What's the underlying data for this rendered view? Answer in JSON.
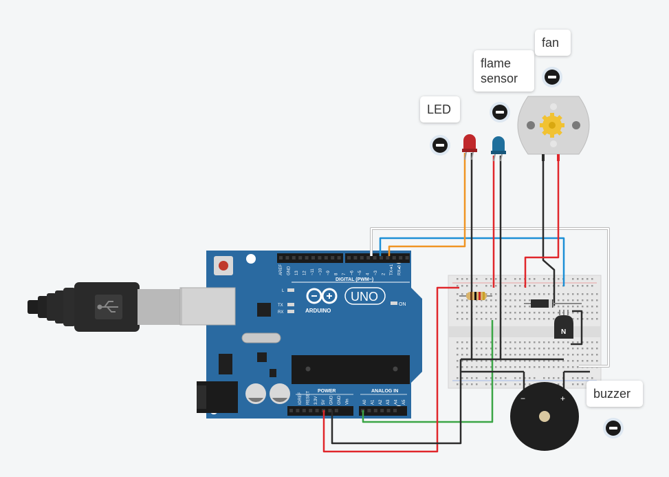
{
  "labels": {
    "led": "LED",
    "flame_sensor": "flame\nsensor",
    "fan": "fan",
    "buzzer": "buzzer"
  },
  "arduino": {
    "digital_pins_top": [
      "AREF",
      "GND",
      "13",
      "12",
      "~11",
      "~10",
      "~9",
      "8",
      "7",
      "~6",
      "~5",
      "4",
      "~3",
      "2",
      "TX➜1",
      "RX◂0"
    ],
    "digital_label": "DIGITAL (PWM~)",
    "logo_text": "ARDUINO",
    "model": "UNO",
    "on_label": "ON",
    "led_labels": [
      "L",
      "TX",
      "RX"
    ],
    "power_label": "POWER",
    "analog_label": "ANALOG IN",
    "power_pins": [
      "IOREF",
      "RESET",
      "3.3V",
      "5V",
      "GND",
      "GND",
      "Vin"
    ],
    "analog_pins": [
      "A0",
      "A1",
      "A2",
      "A3",
      "A4",
      "A5"
    ]
  },
  "transistor_label": "N",
  "buzzer_polarity": {
    "minus": "−",
    "plus": "+"
  },
  "colors": {
    "board": "#2a6aa1",
    "wire_red": "#e0262b",
    "wire_black": "#2b2b2b",
    "wire_orange": "#f09423",
    "wire_blue": "#1c8fd6",
    "wire_green": "#3aa545",
    "wire_white": "#ffffff"
  }
}
